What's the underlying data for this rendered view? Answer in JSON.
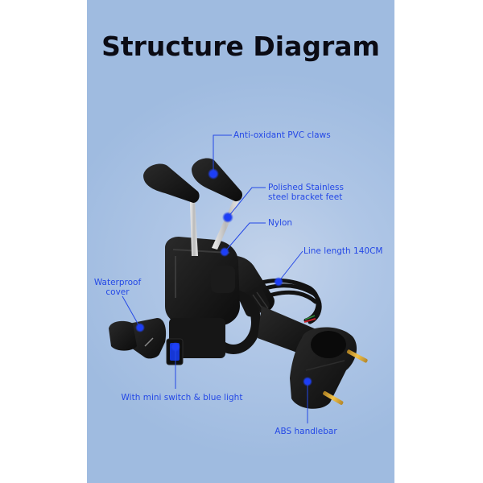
{
  "title": "Structure Diagram",
  "colors": {
    "background_panel": "#9fbbe0",
    "title_text": "#0b0b14",
    "callout_blue": "#2448e6",
    "product_black": "#151515"
  },
  "callouts": [
    {
      "label": "Anti-oxidant PVC claws",
      "target": "claw"
    },
    {
      "label_line1": "Polished Stainless",
      "label_line2": "steel bracket feet",
      "target": "bracket-feet"
    },
    {
      "label": "Nylon",
      "target": "clamp-body"
    },
    {
      "label": "Line length 140CM",
      "target": "cable"
    },
    {
      "label_line1": "Waterproof",
      "label_line2": "cover",
      "target": "usb-cover"
    },
    {
      "label": "With mini switch & blue light",
      "target": "usb-port"
    },
    {
      "label": "ABS handlebar",
      "target": "handlebar-mount"
    }
  ]
}
